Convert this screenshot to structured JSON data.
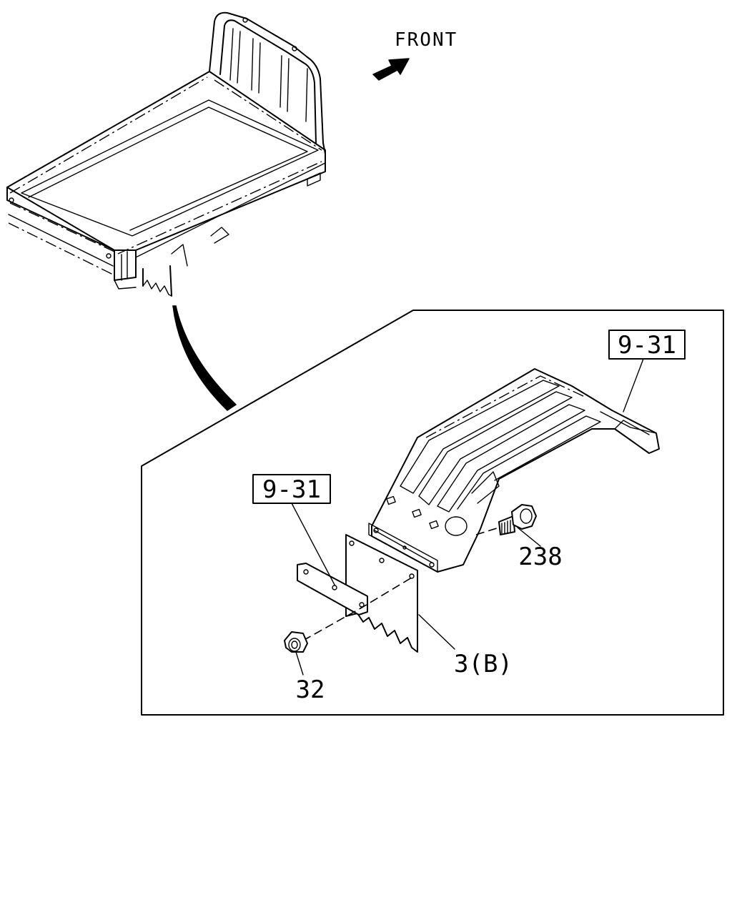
{
  "direction": {
    "label": "FRONT",
    "arrow_icon": "front-direction-arrow-icon"
  },
  "callouts": {
    "ref_upper": "9-31",
    "ref_lower": "9-31",
    "bolt": "238",
    "mudguard": "3(B)",
    "nut": "32"
  },
  "colors": {
    "line": "#000000",
    "background": "#ffffff"
  }
}
